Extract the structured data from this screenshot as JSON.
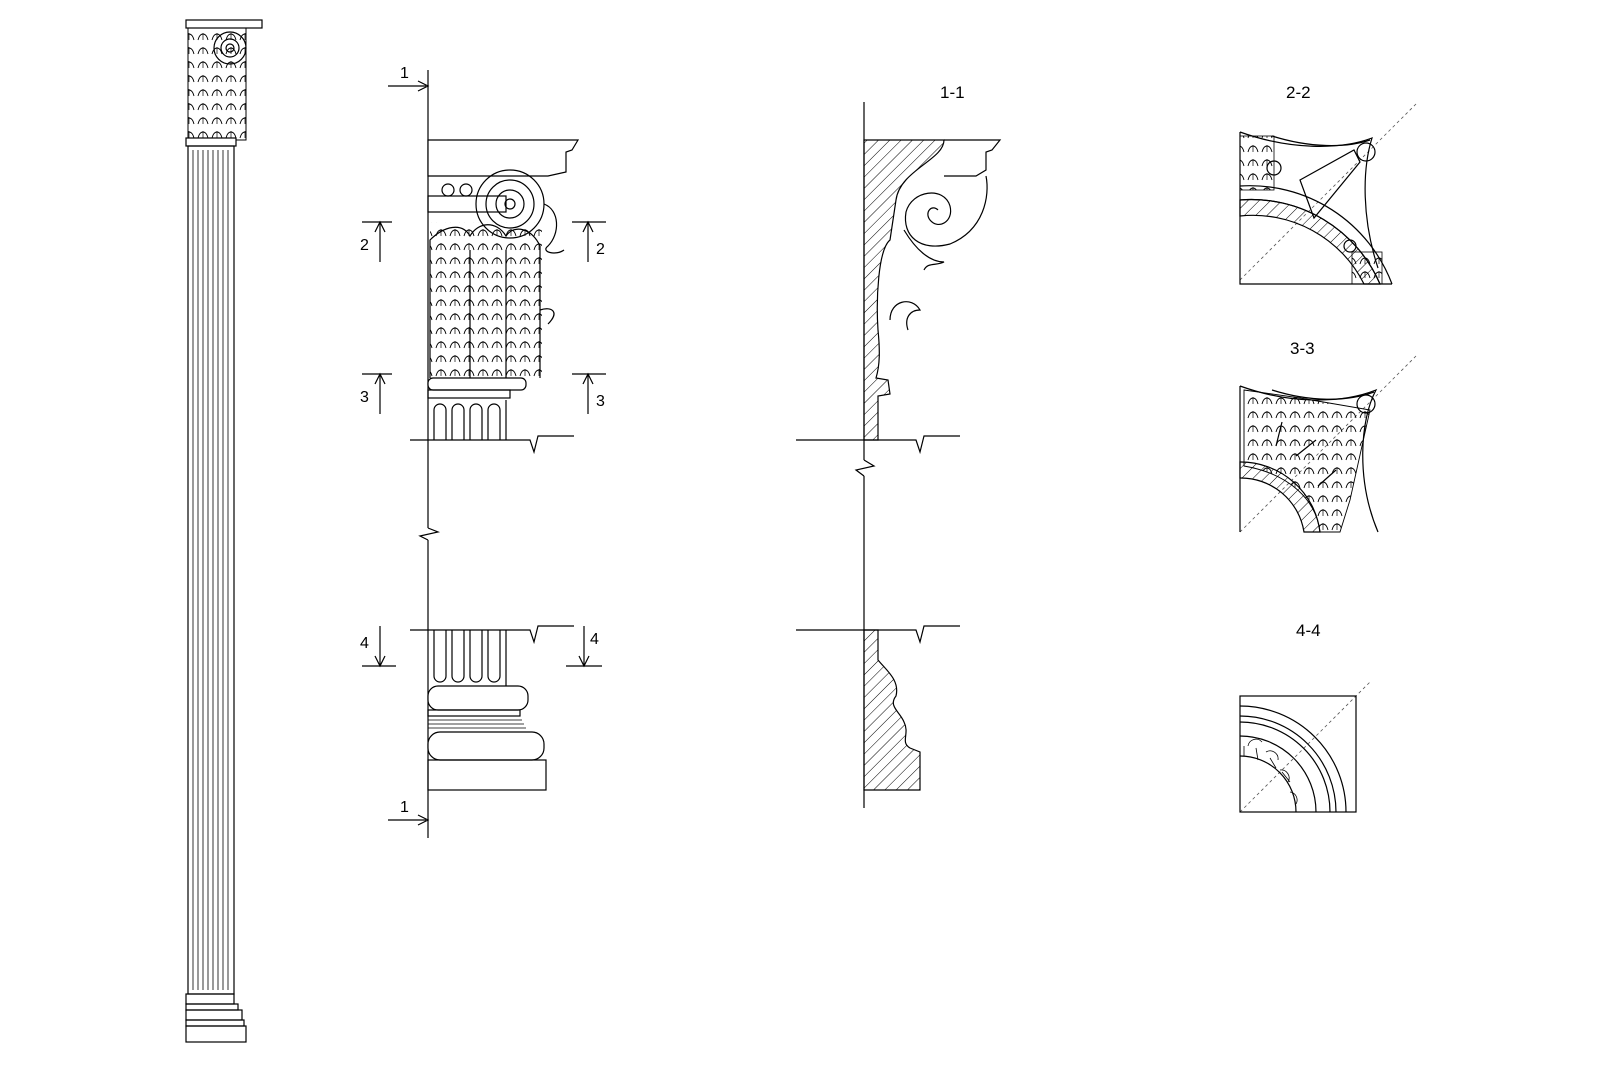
{
  "section_titles": {
    "s11": "1-1",
    "s22": "2-2",
    "s33": "3-3",
    "s44": "4-4"
  },
  "cut_markers": {
    "m1_top": "1",
    "m1_bottom": "1",
    "m2_left": "2",
    "m2_right": "2",
    "m3_left": "3",
    "m3_right": "3",
    "m4_left": "4",
    "m4_right": "4"
  },
  "colors": {
    "ink": "#000000",
    "paper": "#ffffff"
  }
}
